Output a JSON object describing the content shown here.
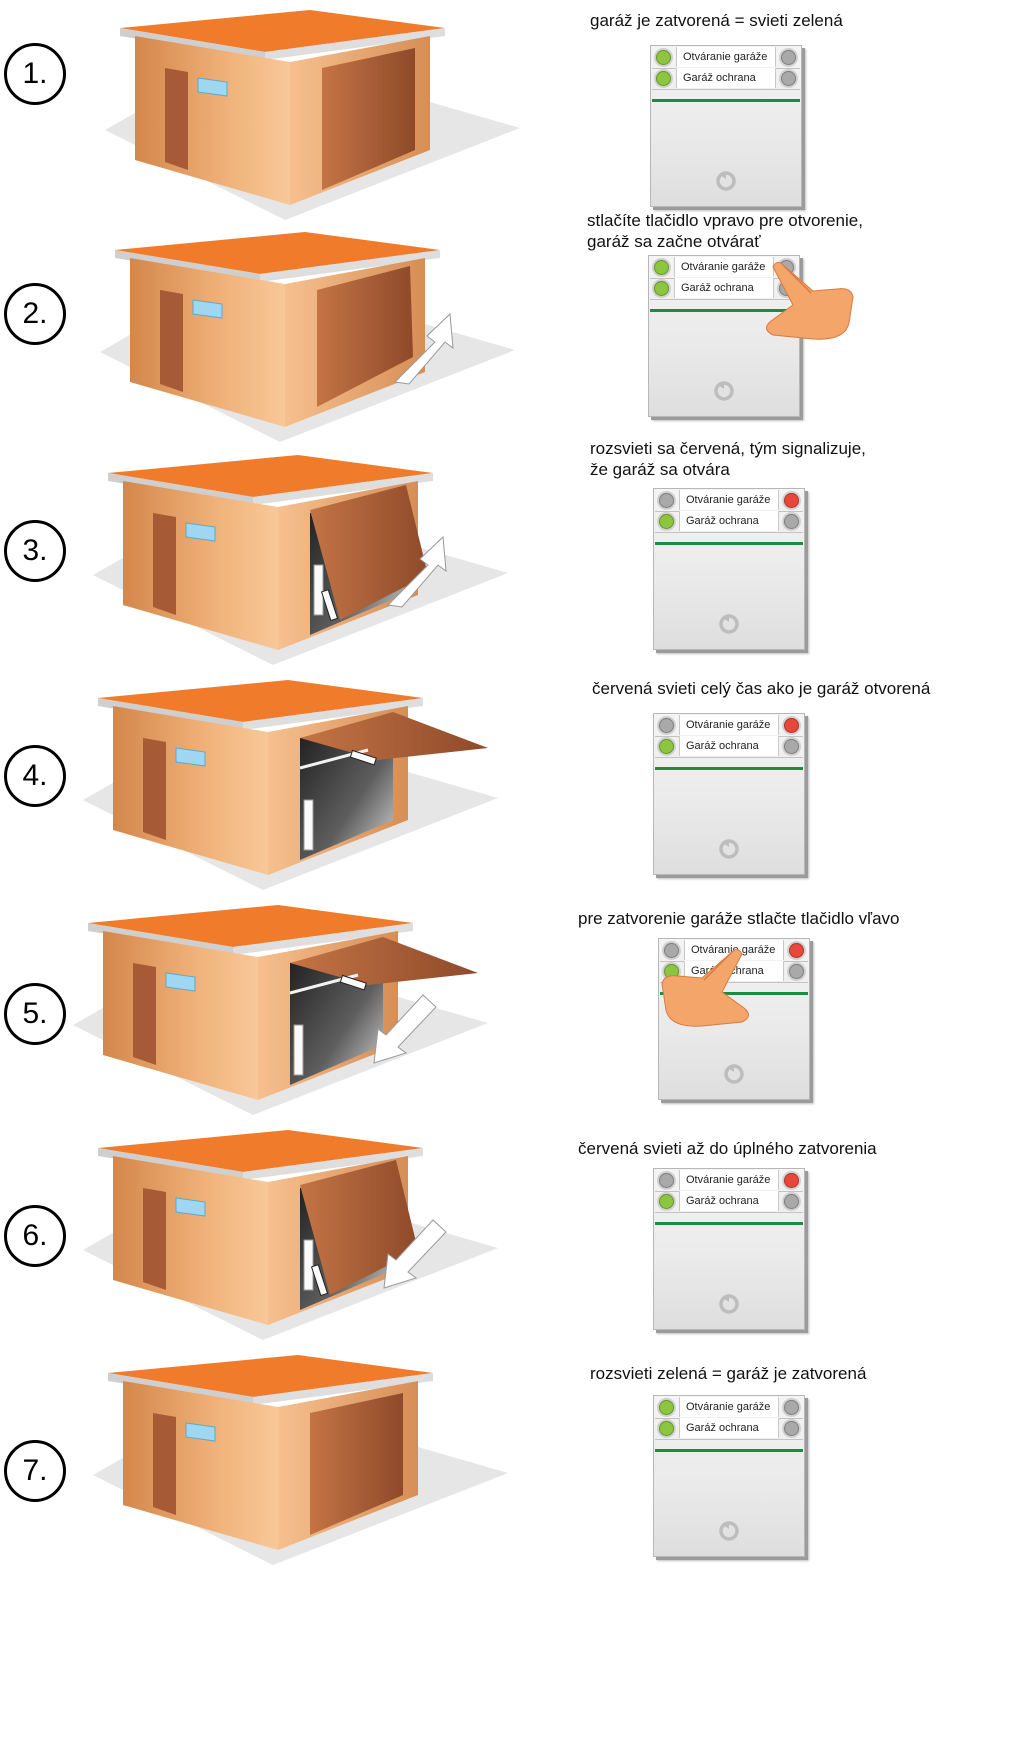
{
  "colors": {
    "led_green": "#8cc63f",
    "led_red": "#e8473b",
    "led_off": "#a9a9a9",
    "panel_green_line": "#1f8b3e",
    "roof": "#f07b2a",
    "wall": "#e9a466",
    "door": "#a65a35",
    "hand": "#f3a56a"
  },
  "icons": {
    "panel_bottom": "rotate-arrow-icon",
    "pointer": "hand-pointer-icon",
    "motion": "arrow-icon"
  },
  "panel": {
    "button1_label": "Otváranie garáže",
    "button2_label": "Garáž ochrana"
  },
  "steps": [
    {
      "number": "1.",
      "caption": [
        "garáž je zatvorená = svieti zelená"
      ],
      "leds": {
        "r1_left": "green",
        "r1_right": "off",
        "r2_left": "green",
        "r2_right": "off"
      },
      "door_state": "closed",
      "arrow": "none",
      "hand": "none"
    },
    {
      "number": "2.",
      "caption": [
        "stlačíte tlačidlo vpravo pre otvorenie,",
        "garáž sa začne otvárať"
      ],
      "leds": {
        "r1_left": "green",
        "r1_right": "off",
        "r2_left": "green",
        "r2_right": "off"
      },
      "door_state": "opening-start",
      "arrow": "up",
      "hand": "right"
    },
    {
      "number": "3.",
      "caption": [
        "rozsvieti sa červená, tým signalizuje,",
        "že garáž sa otvára"
      ],
      "leds": {
        "r1_left": "off",
        "r1_right": "red",
        "r2_left": "green",
        "r2_right": "off"
      },
      "door_state": "opening",
      "arrow": "up",
      "hand": "none"
    },
    {
      "number": "4.",
      "caption": [
        "červená svieti celý čas ako je garáž otvorená"
      ],
      "leds": {
        "r1_left": "off",
        "r1_right": "red",
        "r2_left": "green",
        "r2_right": "off"
      },
      "door_state": "open",
      "arrow": "none",
      "hand": "none"
    },
    {
      "number": "5.",
      "caption": [
        "pre zatvorenie garáže stlačte tlačidlo vľavo"
      ],
      "leds": {
        "r1_left": "off",
        "r1_right": "red",
        "r2_left": "green",
        "r2_right": "off"
      },
      "door_state": "open",
      "arrow": "down",
      "hand": "left"
    },
    {
      "number": "6.",
      "caption": [
        "červená svieti až do úplného zatvorenia"
      ],
      "leds": {
        "r1_left": "off",
        "r1_right": "red",
        "r2_left": "green",
        "r2_right": "off"
      },
      "door_state": "closing",
      "arrow": "down",
      "hand": "none"
    },
    {
      "number": "7.",
      "caption": [
        "rozsvieti zelená = garáž je zatvorená"
      ],
      "leds": {
        "r1_left": "green",
        "r1_right": "off",
        "r2_left": "green",
        "r2_right": "off"
      },
      "door_state": "closed",
      "arrow": "none",
      "hand": "none"
    }
  ]
}
